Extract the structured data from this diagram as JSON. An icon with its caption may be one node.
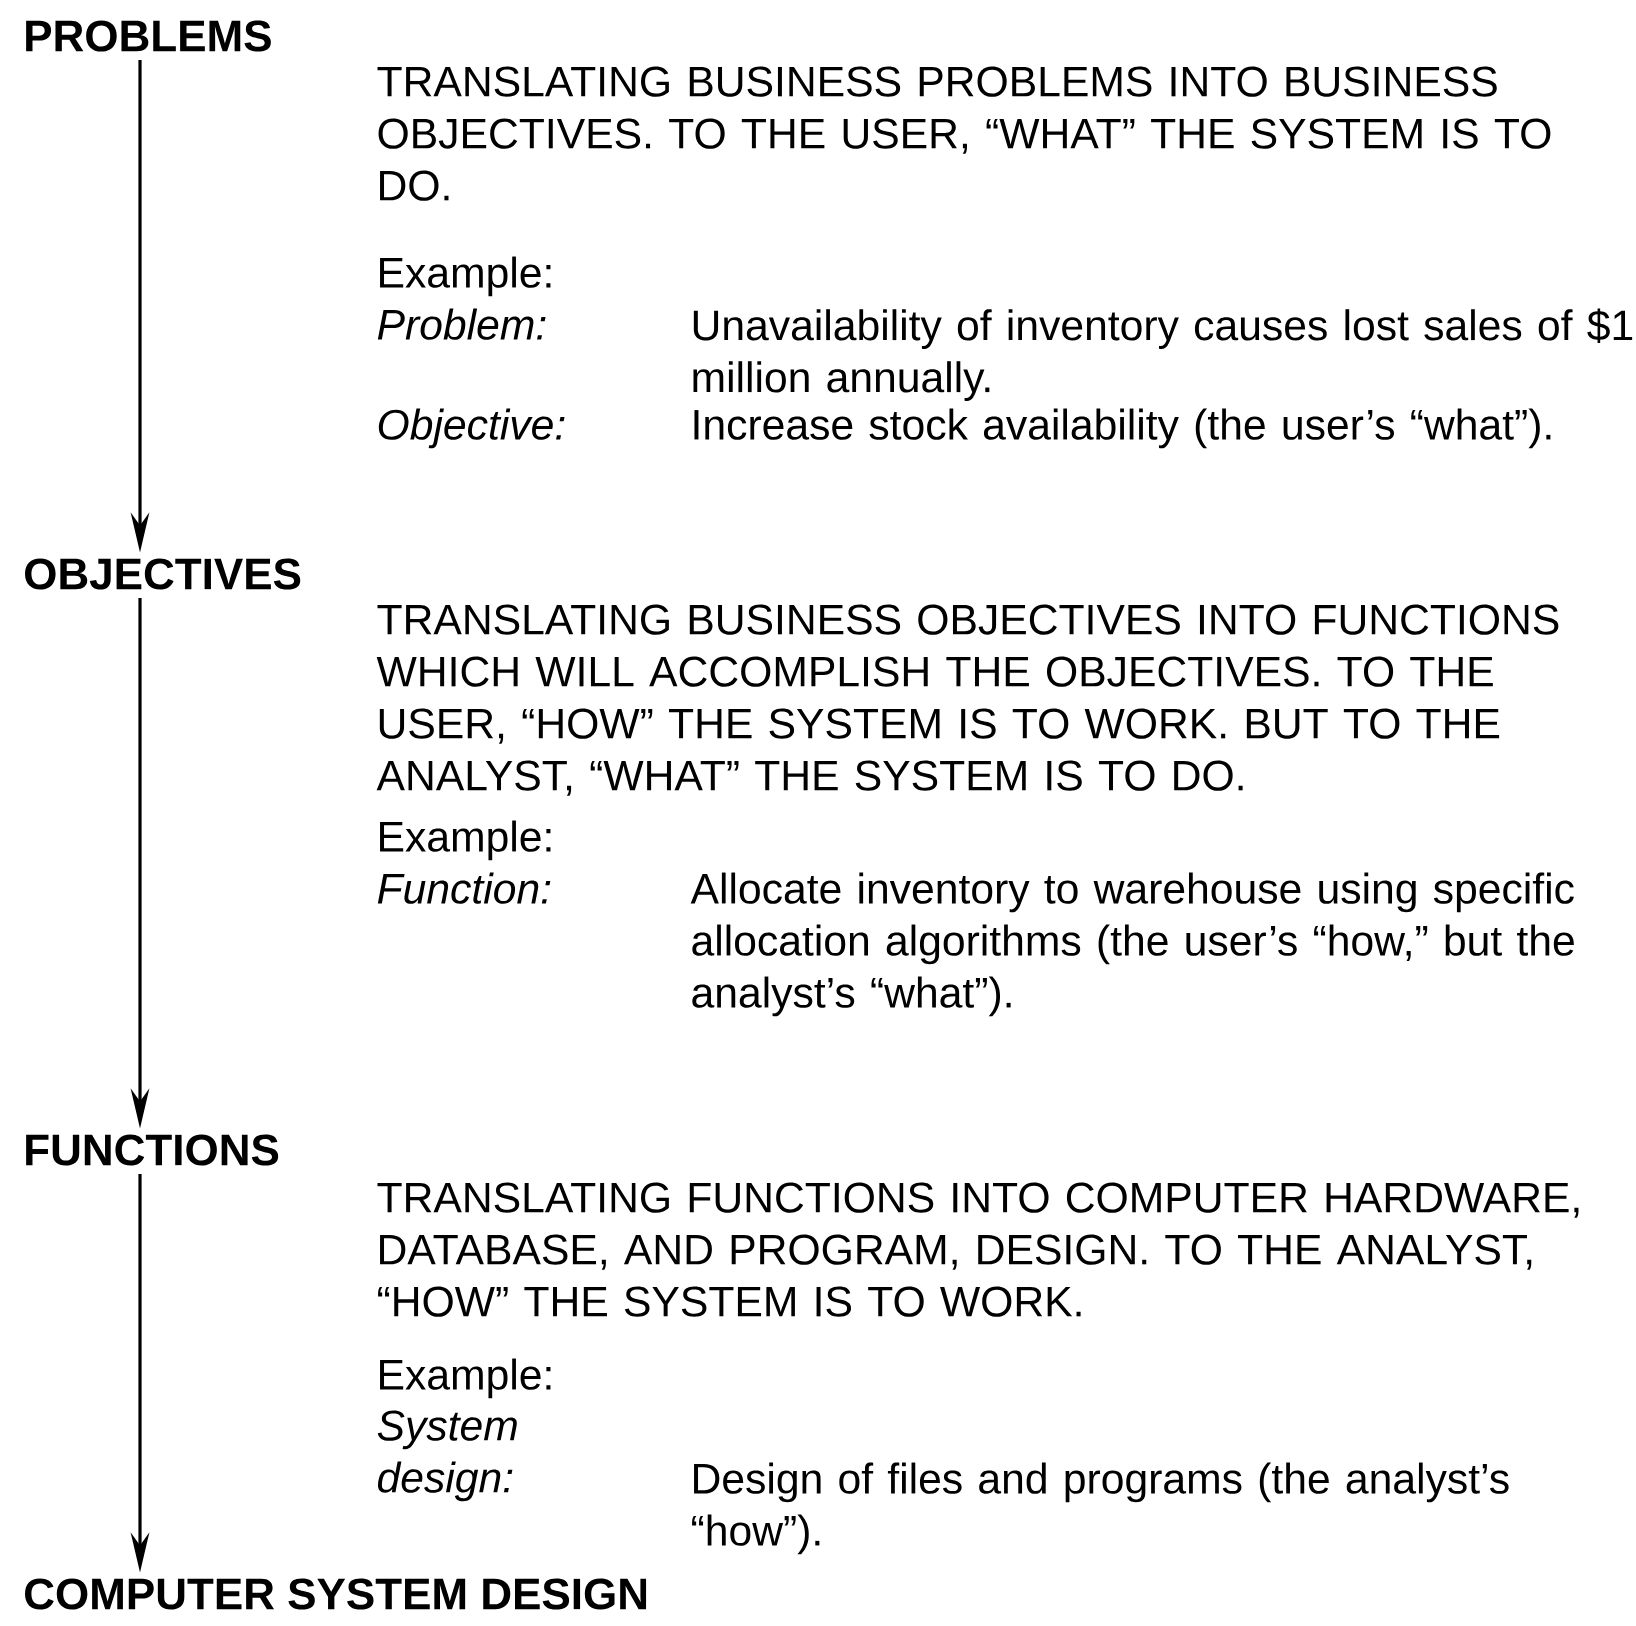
{
  "diagram": {
    "nodes": [
      {
        "text": [
          "PROBLEMS"
        ]
      },
      {
        "text": [
          "OBJECTIVES"
        ]
      },
      {
        "text": [
          "FUNCTIONS"
        ]
      },
      {
        "text": [
          "COMPUTER SYSTEM DESIGN"
        ]
      }
    ],
    "edges": [
      {
        "from": 0,
        "to": 1,
        "arrow": "to"
      },
      {
        "from": 1,
        "to": 2,
        "arrow": "to"
      },
      {
        "from": 2,
        "to": 3,
        "arrow": "to"
      }
    ],
    "labels": [
      "TRANSLATING BUSINESS PROBLEMS INTO BUSINESS OBJECTIVES. TO THE USER, “WHAT” THE SYSTEM IS TO DO.",
      "Example:",
      "Problem:",
      "Unavailability of inventory causes lost sales of $1 million annually.",
      "Objective:",
      "Increase stock availability (the user’s “what”).",
      "TRANSLATING BUSINESS OBJECTIVES INTO FUNCTIONS WHICH WILL ACCOMPLISH THE OBJECTIVES. TO THE USER, “HOW” THE SYSTEM IS TO WORK. BUT TO THE ANALYST, “WHAT” THE SYSTEM IS TO DO.",
      "Example:",
      "Function:",
      "Allocate inventory to warehouse using specific allocation algorithms (the user’s “how,” but the analyst’s “what”).",
      "TRANSLATING FUNCTIONS INTO COMPUTER HARDWARE, DATABASE, AND PROGRAM, DESIGN. TO THE ANALYST, “HOW” THE SYSTEM IS TO WORK.",
      "Example:",
      "System design:",
      "Design of files and programs (the analyst’s “how”)."
    ]
  }
}
